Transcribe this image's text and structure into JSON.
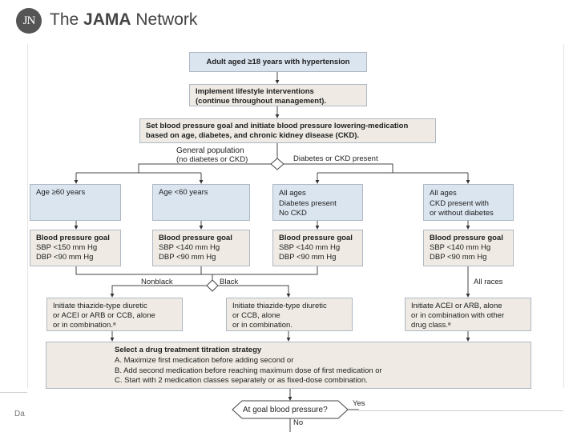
{
  "header": {
    "logo_text": "JN",
    "brand_prefix": "The ",
    "brand_bold": "JAMA",
    "brand_suffix": " Network"
  },
  "footer": {
    "date_fragment": "Da"
  },
  "flowchart": {
    "start": "Adult aged ≥18 years with hypertension",
    "lifestyle": [
      "Implement lifestyle interventions",
      "(continue throughout management)."
    ],
    "goal": [
      "Set blood pressure goal and initiate blood pressure lowering-medication",
      "based on age, diabetes, and chronic kidney disease (CKD)."
    ],
    "branch_general": [
      "General population",
      "(no diabetes or CKD)"
    ],
    "branch_diabetes": "Diabetes or CKD present",
    "groups": [
      [
        "Age ≥60 years"
      ],
      [
        "Age <60 years"
      ],
      [
        "All ages",
        "Diabetes present",
        "No CKD"
      ],
      [
        "All ages",
        "CKD present with",
        "or without diabetes"
      ]
    ],
    "bp_goals": [
      {
        "title": "Blood pressure goal",
        "sbp": "SBP <150 mm Hg",
        "dbp": "DBP <90 mm Hg"
      },
      {
        "title": "Blood pressure goal",
        "sbp": "SBP <140 mm Hg",
        "dbp": "DBP <90 mm Hg"
      },
      {
        "title": "Blood pressure goal",
        "sbp": "SBP <140 mm Hg",
        "dbp": "DBP <90 mm Hg"
      },
      {
        "title": "Blood pressure goal",
        "sbp": "SBP <140 mm Hg",
        "dbp": "DBP <90 mm Hg"
      }
    ],
    "race_labels": {
      "nonblack": "Nonblack",
      "black": "Black",
      "all_races": "All races"
    },
    "treatments": [
      [
        "Initiate thiazide-type diuretic",
        "or ACEI or ARB or CCB, alone",
        "or in combination.ᵃ"
      ],
      [
        "Initiate thiazide-type diuretic",
        "or CCB, alone",
        "or in combination."
      ],
      [
        "Initiate ACEI or ARB, alone",
        "or in combination with other",
        "drug class.ᵃ"
      ]
    ],
    "titration": [
      "Select a drug treatment titration strategy",
      "A. Maximize first medication before adding second or",
      "B. Add second medication before reaching maximum dose of first medication or",
      "C. Start with 2 medication classes separately or as fixed-dose combination."
    ],
    "at_goal": "At goal blood pressure?",
    "yes": "Yes",
    "no": "No"
  }
}
